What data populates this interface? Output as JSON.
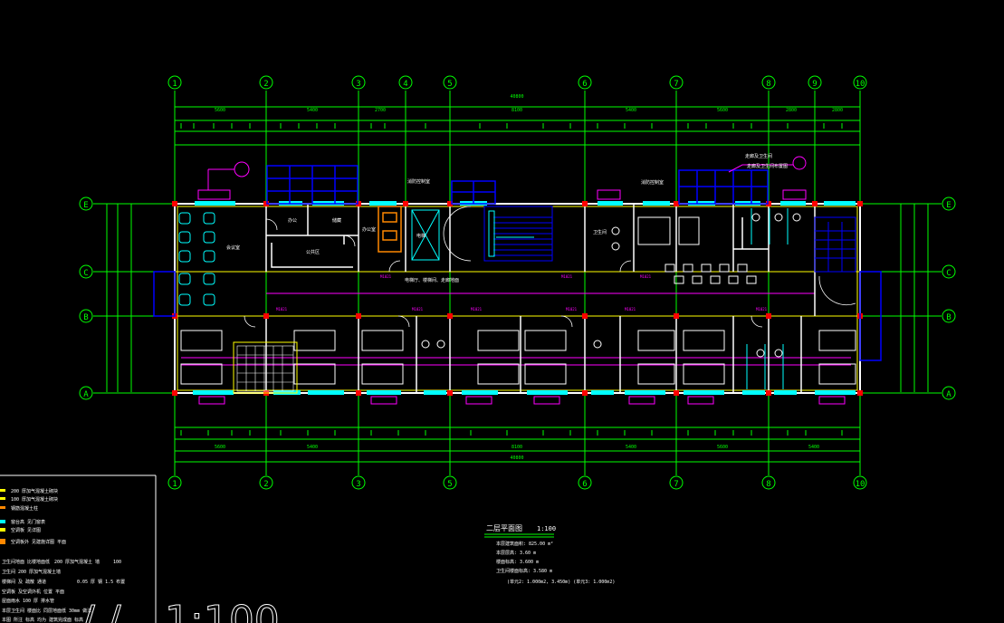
{
  "drawing": {
    "axes_top": [
      "1",
      "2",
      "3",
      "4",
      "5",
      "6",
      "7",
      "8",
      "9",
      "10"
    ],
    "axes_bottom": [
      "1",
      "2",
      "3",
      "5",
      "6",
      "7",
      "8",
      "10"
    ],
    "axes_rows": [
      "E",
      "C",
      "B",
      "A"
    ],
    "overall_dim": "40800",
    "dims_top": [
      "5600",
      "5400",
      "2700",
      "8100",
      "5400",
      "5600",
      "2800",
      "2800"
    ],
    "dims_bottom": [
      "5600",
      "5400",
      "8100",
      "5400",
      "5600",
      "5400"
    ],
    "title": "二层平面图",
    "scale": "1:100",
    "big_scale": "1:100"
  },
  "colors": {
    "background": "#000000",
    "axis_green": "#00ff00",
    "wall_white": "#ffffff",
    "window_cyan": "#00ffff",
    "blue": "#0000ff",
    "magenta": "#ff00ff",
    "yellow": "#ffff00",
    "red": "#ff0000",
    "orange": "#ff8800"
  }
}
